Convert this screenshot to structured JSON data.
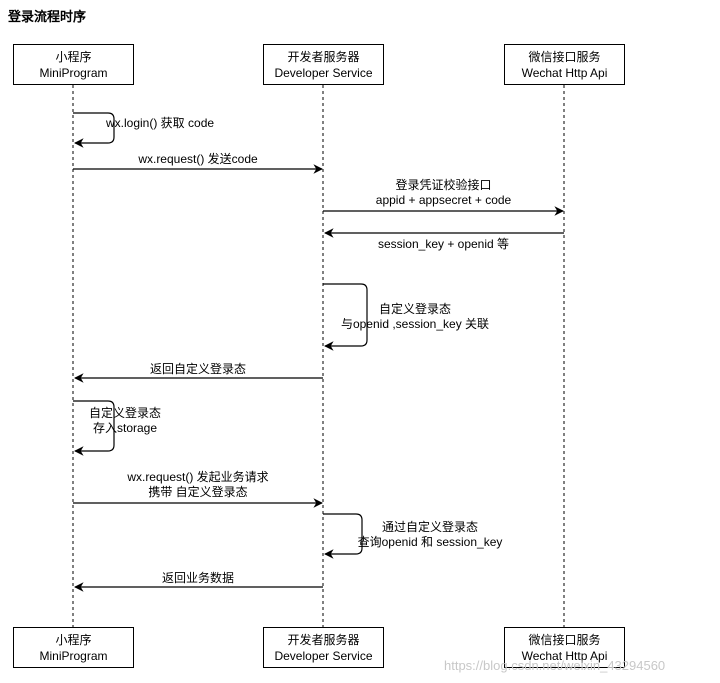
{
  "title": "登录流程时序",
  "participants": [
    {
      "name": "小程序",
      "sub": "MiniProgram"
    },
    {
      "name": "开发者服务器",
      "sub": "Developer Service"
    },
    {
      "name": "微信接口服务",
      "sub": "Wechat Http Api"
    }
  ],
  "messages": {
    "m1": {
      "text": "wx.login() 获取 code"
    },
    "m2": {
      "text": "wx.request() 发送code"
    },
    "m3": {
      "line1": "登录凭证校验接口",
      "line2": "appid + appsecret + code"
    },
    "m4": {
      "text": "session_key + openid 等"
    },
    "m5": {
      "line1": "自定义登录态",
      "line2": "与openid ,session_key 关联"
    },
    "m6": {
      "text": "返回自定义登录态"
    },
    "m7": {
      "line1": "自定义登录态",
      "line2": "存入storage"
    },
    "m8": {
      "line1": "wx.request() 发起业务请求",
      "line2": "携带 自定义登录态"
    },
    "m9": {
      "line1": "通过自定义登录态",
      "line2": "查询openid 和 session_key"
    },
    "m10": {
      "text": "返回业务数据"
    }
  },
  "watermark": "https://blog.csdn.net/weixin_43294560"
}
